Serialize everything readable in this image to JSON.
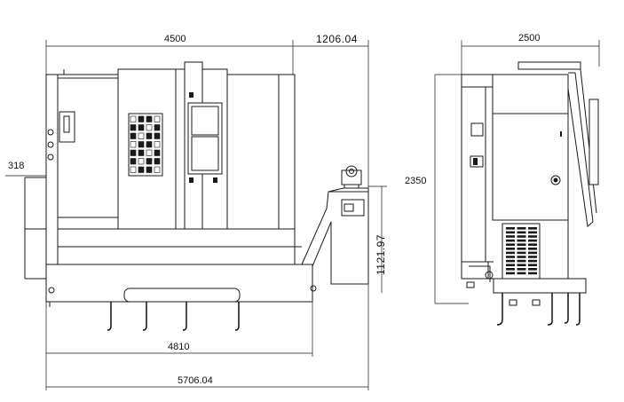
{
  "dimensions": {
    "front_width": "4500",
    "front_extension": "1206.04",
    "left_offset": "318",
    "height_conveyor": "1121.97",
    "base_width": "4810",
    "total_width": "5706.04",
    "side_width": "2500",
    "side_height": "2350"
  }
}
